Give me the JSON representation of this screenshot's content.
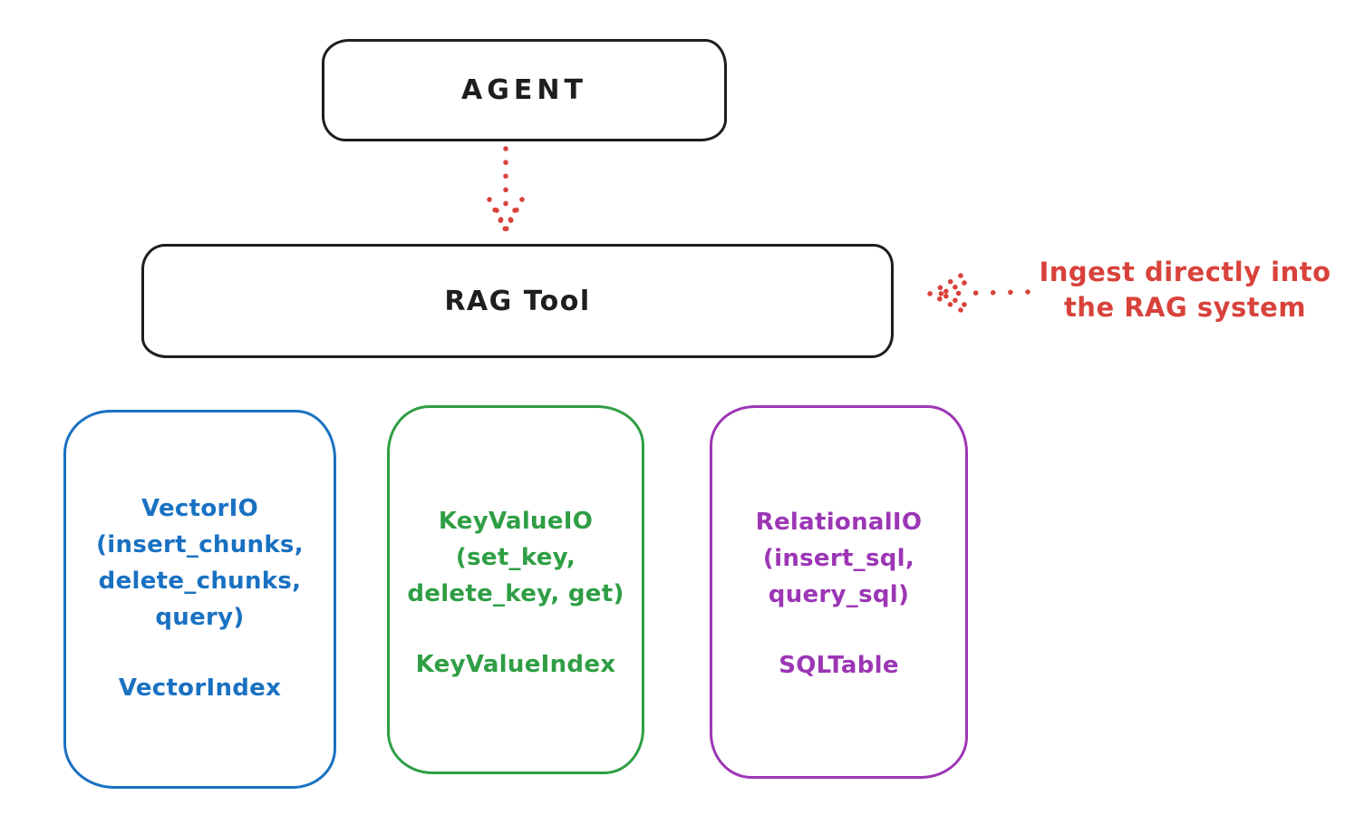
{
  "diagram": {
    "title_implicit": "RAG Tool architecture",
    "colors": {
      "ink": "#1e1e1e",
      "red": "#d8423b",
      "blue": "#1971c2",
      "green": "#2f9e44",
      "purple": "#9c36b5",
      "background": "#ffffff"
    },
    "nodes": {
      "agent": {
        "label": "AGENT"
      },
      "rag_tool": {
        "label": "RAG Tool"
      }
    },
    "annotation": {
      "line1": "Ingest directly into",
      "line2": "the RAG system"
    },
    "arrows": [
      {
        "name": "agent-to-rag-tool",
        "style": "dotted",
        "color": "#d8423b",
        "direction": "down"
      },
      {
        "name": "annotation-to-rag-tool",
        "style": "dotted",
        "color": "#d8423b",
        "direction": "left"
      }
    ],
    "backends": [
      {
        "id": "vector-io",
        "color": "#1971c2",
        "lines": [
          "VectorIO",
          "(insert_chunks,",
          "delete_chunks,",
          "query)"
        ],
        "index_label": "VectorIndex"
      },
      {
        "id": "keyvalue-io",
        "color": "#2f9e44",
        "lines": [
          "KeyValueIO",
          "(set_key,",
          "delete_key, get)"
        ],
        "index_label": "KeyValueIndex"
      },
      {
        "id": "relational-io",
        "color": "#9c36b5",
        "lines": [
          "RelationalIO",
          "(insert_sql,",
          "query_sql)"
        ],
        "index_label": "SQLTable"
      }
    ]
  }
}
